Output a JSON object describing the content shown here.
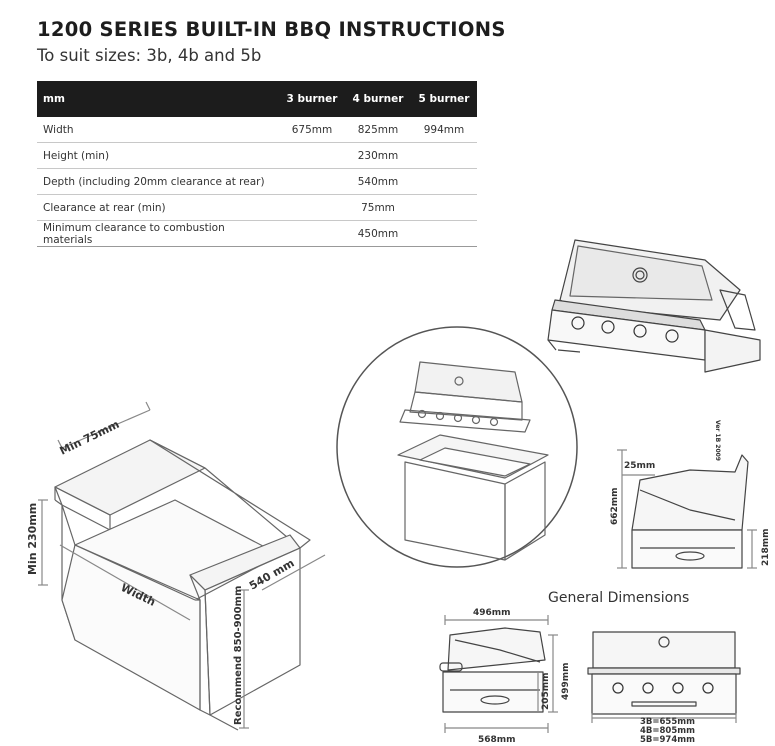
{
  "header": {
    "title": "1200 SERIES BUILT-IN BBQ INSTRUCTIONS",
    "subtitle": "To suit sizes:  3b, 4b and 5b"
  },
  "table": {
    "columns": [
      "mm",
      "3 burner",
      "4 burner",
      "5 burner"
    ],
    "rows": [
      [
        "Width",
        "675mm",
        "825mm",
        "994mm"
      ],
      [
        "Height (min)",
        "",
        "230mm",
        ""
      ],
      [
        "Depth (including 20mm clearance at rear)",
        "",
        "540mm",
        ""
      ],
      [
        "Clearance at rear (min)",
        "",
        "75mm",
        ""
      ],
      [
        "Minimum clearance to combustion materials",
        "",
        "450mm",
        ""
      ]
    ]
  },
  "diagram": {
    "min_75": "Min 75mm",
    "min_230": "Min 230mm",
    "width": "Width",
    "depth_540": "540 mm",
    "recommend": "Recommend 850-900mm"
  },
  "general": {
    "heading": "General Dimensions",
    "side_25": "25mm",
    "side_662": "662mm",
    "side_218": "218mm",
    "top_496": "496mm",
    "h_499": "499mm",
    "h_205": "205mm",
    "w_568": "568mm",
    "front_3b": "3B=655mm",
    "front_4b": "4B=805mm",
    "front_5b": "5B=974mm",
    "small_text": "Ver 1B 2009"
  }
}
